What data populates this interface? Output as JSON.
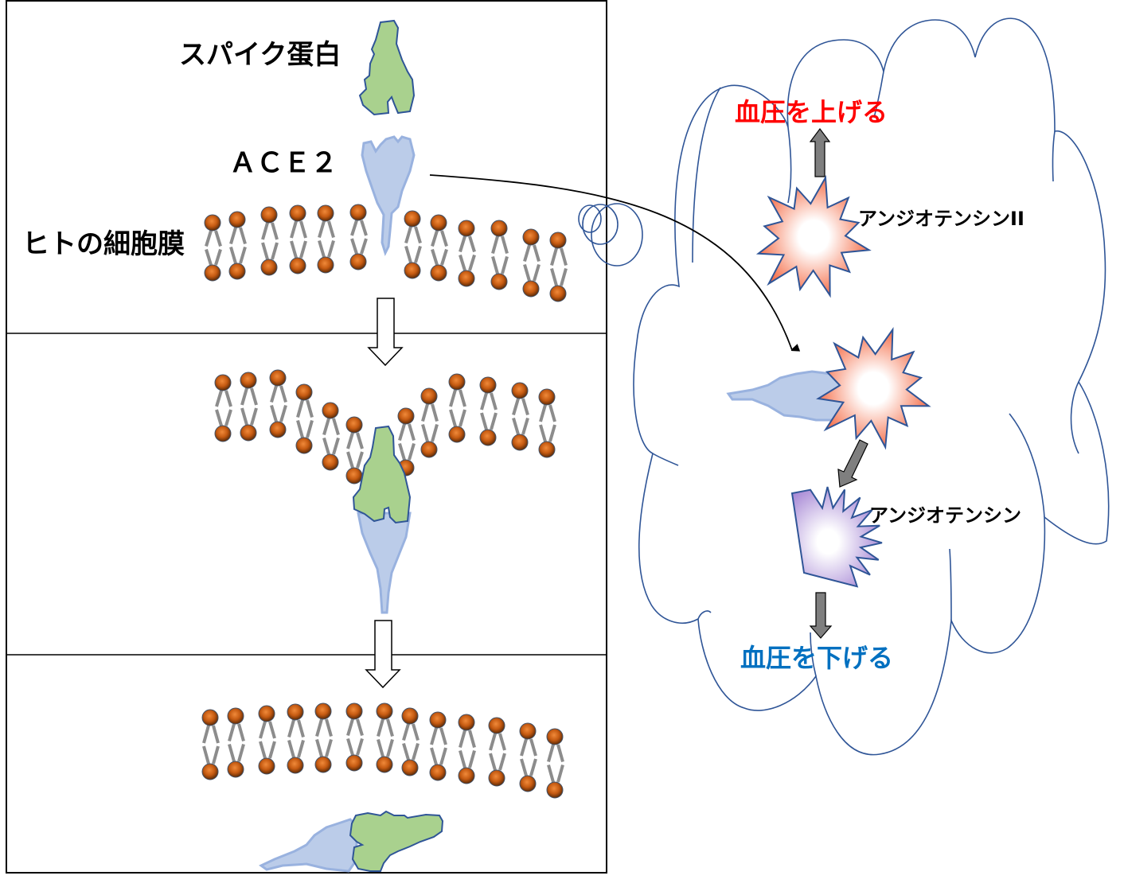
{
  "labels": {
    "spike_protein": "スパイク蛋白",
    "ace2": "ＡＣＥ２",
    "cell_membrane": "ヒトの細胞膜",
    "raise_bp": "血圧を上げる",
    "angiotensin_ii": "アンジオテンシンII",
    "angiotensin": "アンジオテンシン",
    "lower_bp": "血圧を下げる"
  },
  "colors": {
    "spike_fill": "#a9d18e",
    "spike_stroke": "#2f5597",
    "ace2_fill": "#b4c7e7",
    "ace2_stroke": "#8faadc",
    "lipid_head": "#c55a11",
    "lipid_tail": "#8c8c8c",
    "cloud_stroke": "#2f5597",
    "raise_text": "#ff0000",
    "lower_text": "#0070c0",
    "burst_red": "#f4623a",
    "burst_purple": "#a98bd6",
    "arrow_gray": "#7f7f7f"
  },
  "panels": [
    {
      "name": "step-1-binding-approach"
    },
    {
      "name": "step-2-membrane-fusion"
    },
    {
      "name": "step-3-ace2-released"
    }
  ]
}
